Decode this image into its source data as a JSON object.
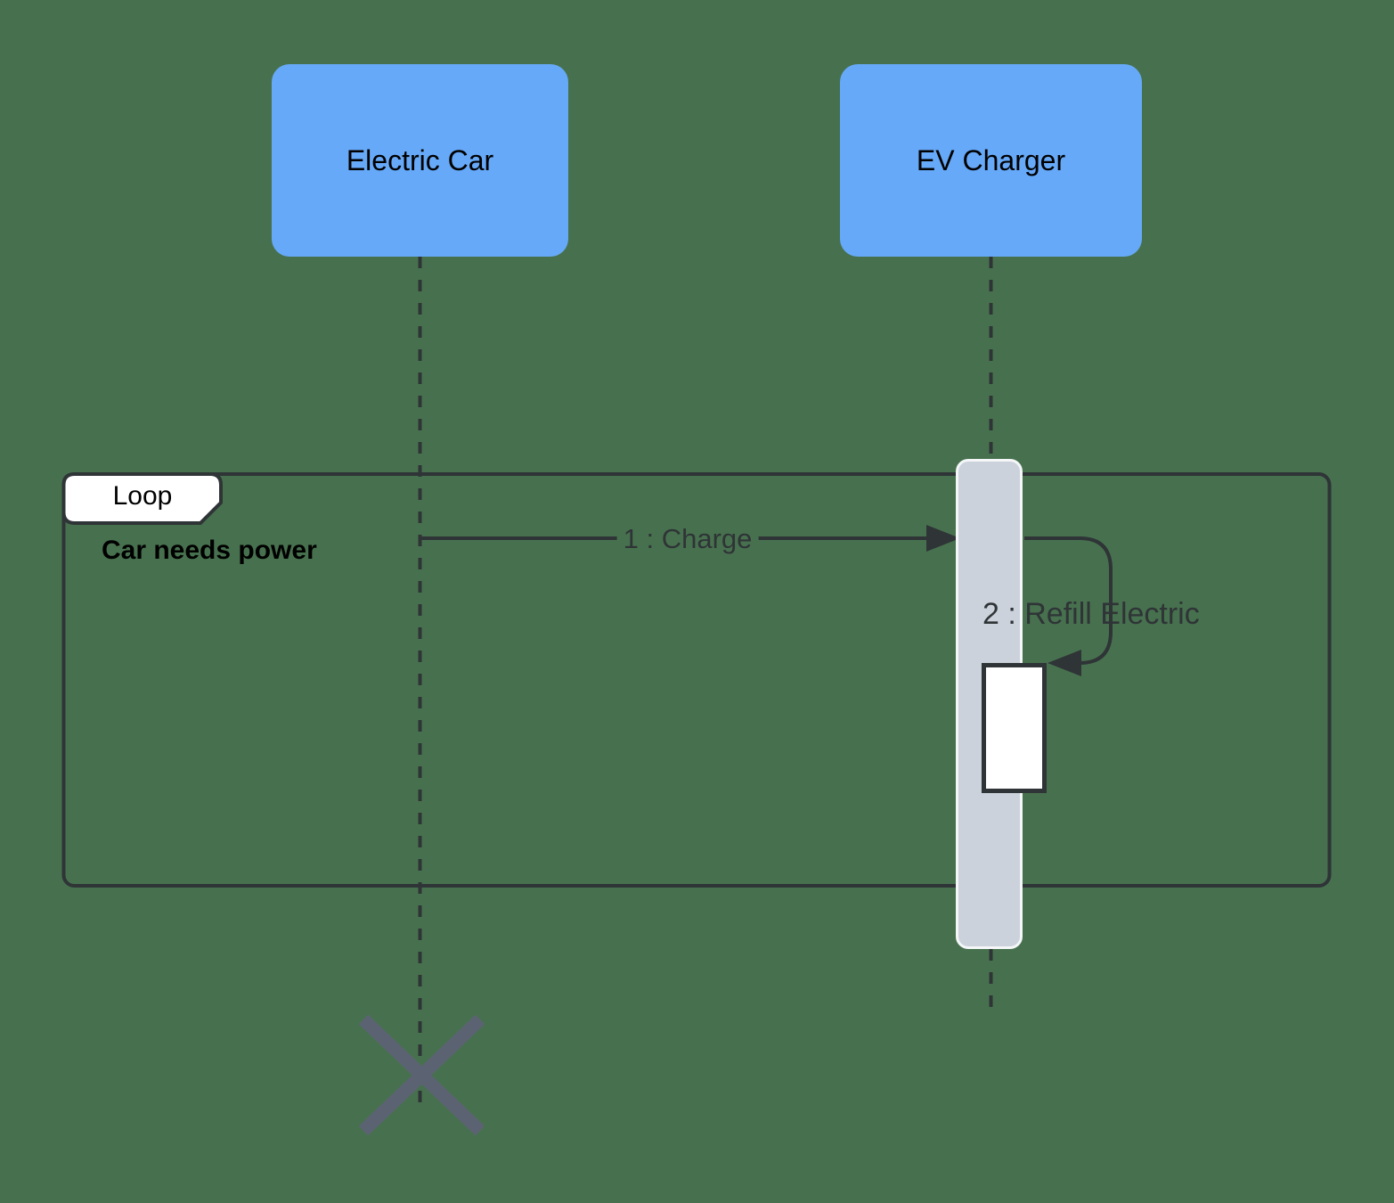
{
  "diagram": {
    "type": "uml-sequence-diagram",
    "actors": [
      {
        "name": "Electric Car"
      },
      {
        "name": "EV Charger"
      }
    ],
    "fragment": {
      "operator": "Loop",
      "guard": "Car needs power"
    },
    "messages": [
      {
        "seq": 1,
        "label": "1 : Charge",
        "from": "Electric Car",
        "to": "EV Charger",
        "kind": "sync"
      },
      {
        "seq": 2,
        "label": "2 : Refill Electric",
        "from": "EV Charger",
        "to": "EV Charger",
        "kind": "self"
      }
    ],
    "lifeline_end": "destroy-x",
    "colors": {
      "bg": "#47714e",
      "blue": "#66a9f8",
      "stroke": "#2f3437",
      "slate": "#5b6372",
      "activation": "#ccd2dc",
      "activation-border": "#f4f6f8",
      "white": "#ffffff"
    }
  }
}
